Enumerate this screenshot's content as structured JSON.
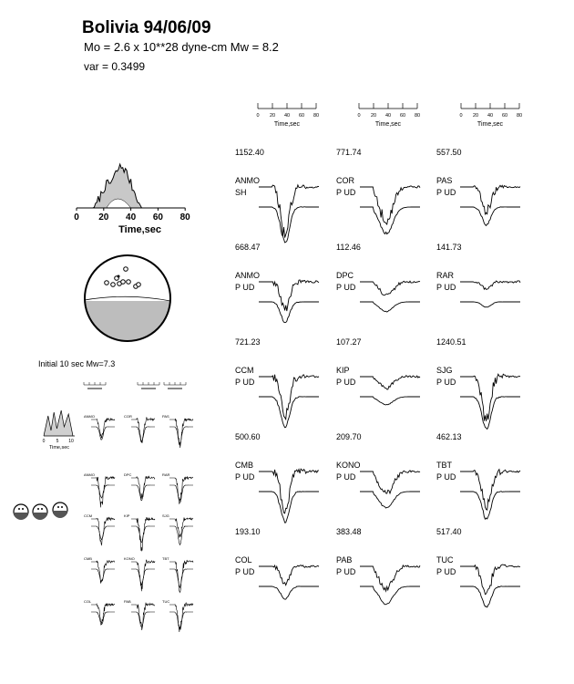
{
  "header": {
    "title": "Bolivia 94/06/09",
    "moment": "Mo = 2.6 x 10**28 dyne-cm   Mw = 8.2",
    "variance": "var =  0.3499"
  },
  "stf": {
    "ticks": [
      "0",
      "20",
      "40",
      "60",
      "80"
    ],
    "xlabel": "Time,sec"
  },
  "timescale": {
    "ticks": [
      "0",
      "20",
      "40",
      "60",
      "80"
    ],
    "label": "Time,sec"
  },
  "stations": [
    {
      "amp": "1152.40",
      "name": "ANMO",
      "comp": "SH"
    },
    {
      "amp": "771.74",
      "name": "COR",
      "comp": "P  UD"
    },
    {
      "amp": "557.50",
      "name": "PAS",
      "comp": "P  UD"
    },
    {
      "amp": "668.47",
      "name": "ANMO",
      "comp": "P  UD"
    },
    {
      "amp": "112.46",
      "name": "DPC",
      "comp": "P  UD"
    },
    {
      "amp": "141.73",
      "name": "RAR",
      "comp": "P  UD"
    },
    {
      "amp": "721.23",
      "name": "CCM",
      "comp": "P  UD"
    },
    {
      "amp": "107.27",
      "name": "KIP",
      "comp": "P  UD"
    },
    {
      "amp": "1240.51",
      "name": "SJG",
      "comp": "P  UD"
    },
    {
      "amp": "500.60",
      "name": "CMB",
      "comp": "P  UD"
    },
    {
      "amp": "209.70",
      "name": "KONO",
      "comp": "P  UD"
    },
    {
      "amp": "462.13",
      "name": "TBT",
      "comp": "P  UD"
    },
    {
      "amp": "193.10",
      "name": "COL",
      "comp": "P  UD"
    },
    {
      "amp": "383.48",
      "name": "PAB",
      "comp": "P  UD"
    },
    {
      "amp": "517.40",
      "name": "TUC",
      "comp": "P  UD"
    }
  ],
  "initial": {
    "label": "Initial 10 sec   Mw=7.3",
    "stf_ticks": [
      "0",
      "5",
      "10"
    ],
    "stf_xlabel": "Time,sec",
    "small_stations": [
      "ANMO",
      "COR",
      "PAS",
      "ANMO",
      "DPC",
      "RAR",
      "CCM",
      "KIP",
      "SJG",
      "CMB",
      "KONO",
      "TBT",
      "COL",
      "PAB",
      "TUC"
    ]
  }
}
